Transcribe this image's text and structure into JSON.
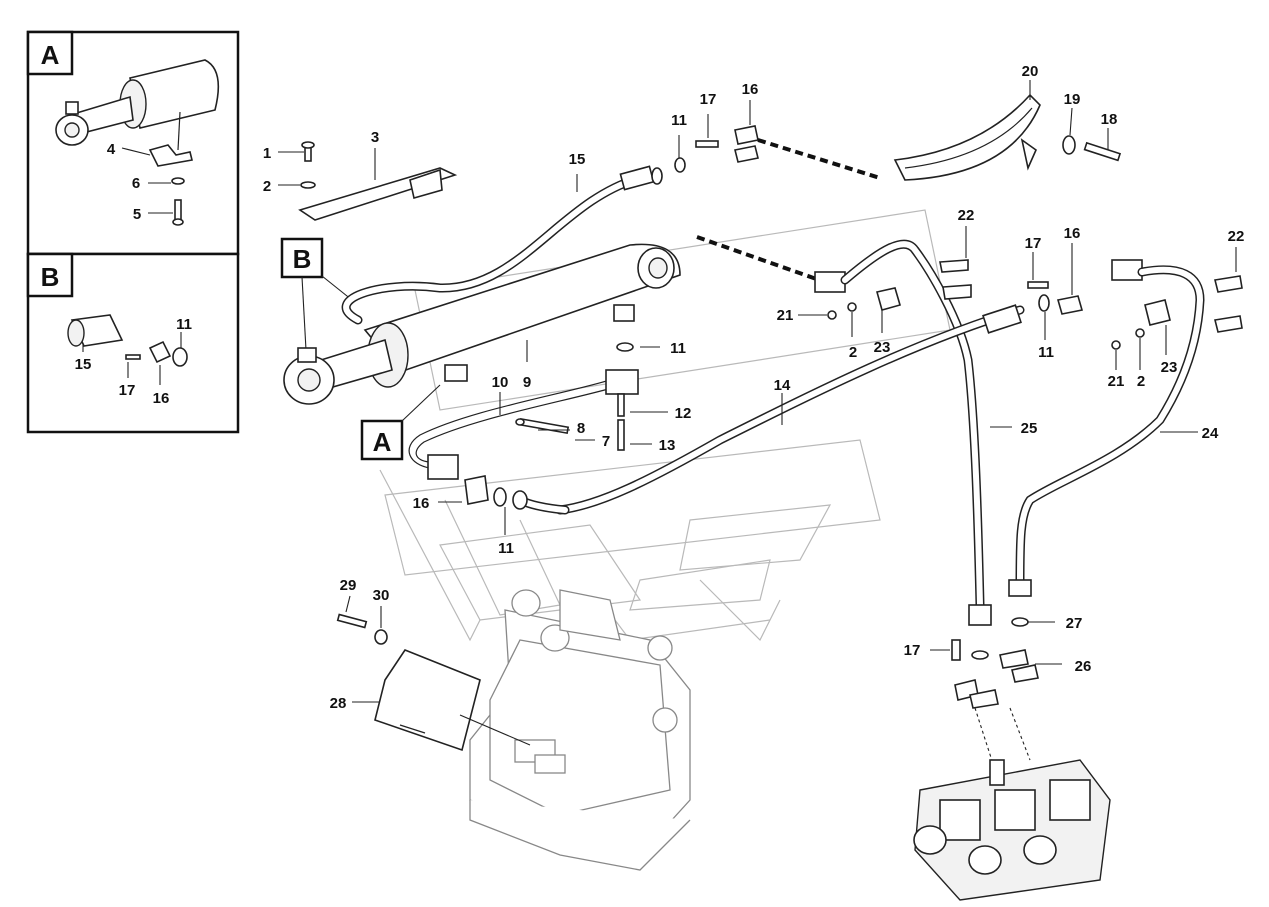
{
  "detail_boxes": {
    "a": {
      "tag": "A"
    },
    "b": {
      "tag": "B"
    }
  },
  "main_callouts": {
    "a": "A",
    "b": "B"
  },
  "part_numbers": {
    "p1": "1",
    "p2a": "2",
    "p2b": "2",
    "p2c": "2",
    "p3": "3",
    "p4": "4",
    "p5": "5",
    "p6": "6",
    "p7": "7",
    "p8": "8",
    "p9": "9",
    "p10": "10",
    "p11a": "11",
    "p11b": "11",
    "p11c": "11",
    "p11d": "11",
    "p11e": "11",
    "p12": "12",
    "p13": "13",
    "p14": "14",
    "p15a": "15",
    "p15b": "15",
    "p16a": "16",
    "p16b": "16",
    "p16c": "16",
    "p16d": "16",
    "p17a": "17",
    "p17b": "17",
    "p17c": "17",
    "p17d": "17",
    "p18": "18",
    "p19": "19",
    "p20": "20",
    "p21a": "21",
    "p21b": "21",
    "p22a": "22",
    "p22b": "22",
    "p23a": "23",
    "p23b": "23",
    "p24": "24",
    "p25": "25",
    "p26": "26",
    "p27": "27",
    "p28": "28",
    "p29": "29",
    "p30": "30"
  }
}
